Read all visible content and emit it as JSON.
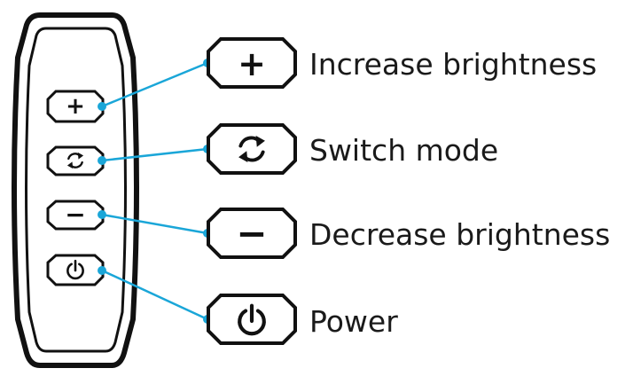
{
  "remote": {
    "buttons": [
      {
        "id": "plus",
        "icon": "plus-icon",
        "glyph": "+"
      },
      {
        "id": "mode",
        "icon": "switch-mode-icon"
      },
      {
        "id": "minus",
        "icon": "minus-icon",
        "glyph": "−"
      },
      {
        "id": "power",
        "icon": "power-icon"
      }
    ]
  },
  "legend": {
    "items": [
      {
        "id": "plus",
        "icon": "plus-icon",
        "glyph": "+",
        "label": "Increase brightness"
      },
      {
        "id": "mode",
        "icon": "switch-mode-icon",
        "label": "Switch mode"
      },
      {
        "id": "minus",
        "icon": "minus-icon",
        "glyph": "−",
        "label": "Decrease brightness"
      },
      {
        "id": "power",
        "icon": "power-icon",
        "label": "Power"
      }
    ]
  },
  "colors": {
    "outline": "#111111",
    "connector": "#1aa6d8",
    "text": "#1a1a1a",
    "background": "#ffffff"
  }
}
